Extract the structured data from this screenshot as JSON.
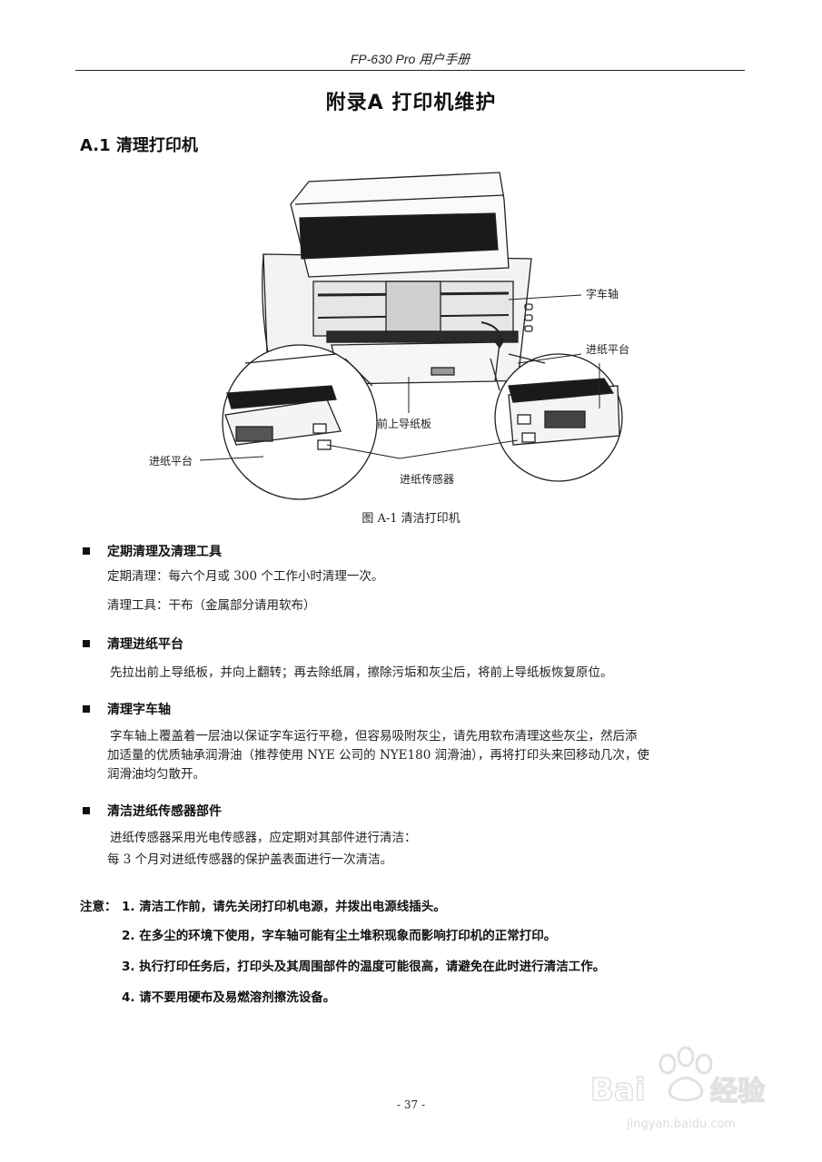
{
  "header": {
    "text": "FP-630 Pro 用户手册"
  },
  "chapter": {
    "title": "附录A   打印机维护"
  },
  "section": {
    "title": "A.1  清理打印机"
  },
  "figure": {
    "callouts": {
      "carriage_shaft": "字车轴",
      "feed_platform_right": "进纸平台",
      "front_guide": "前上导纸板",
      "feed_platform_left": "进纸平台",
      "feed_sensor": "进纸传感器"
    },
    "caption": "图  A-1  清洁打印机"
  },
  "bullets": [
    {
      "title": "定期清理及清理工具",
      "lines": [
        "定期清理：每六个月或 300 个工作小时清理一次。",
        "清理工具：干布（金属部分请用软布）"
      ]
    },
    {
      "title": "清理进纸平台",
      "lines": [
        "先拉出前上导纸板，并向上翻转；再去除纸屑，擦除污垢和灰尘后，将前上导纸板恢复原位。"
      ]
    },
    {
      "title": "清理字车轴",
      "lines": [
        "字车轴上覆盖着一层油以保证字车运行平稳，但容易吸附灰尘，请先用软布清理这些灰尘，然后添",
        "加适量的优质轴承润滑油（推荐使用 NYE 公司的 NYE180 润滑油），再将打印头来回移动几次，使",
        "润滑油均匀散开。"
      ]
    },
    {
      "title": "清洁进纸传感器部件",
      "lines": [
        "进纸传感器采用光电传感器，应定期对其部件进行清洁：",
        "每 3 个月对进纸传感器的保护盖表面进行一次清洁。"
      ]
    }
  ],
  "notes": {
    "label": "注意：",
    "items": [
      "1.  清洁工作前，请先关闭打印机电源，并拨出电源线插头。",
      "2.  在多尘的环境下使用，字车轴可能有尘土堆积现象而影响打印机的正常打印。",
      "3.  执行打印任务后，打印头及其周围部件的温度可能很高，请避免在此时进行清洁工作。",
      "4.  请不要用硬布及易燃溶剂擦洗设备。"
    ]
  },
  "footer": {
    "page": "- 37 -"
  },
  "watermark": {
    "url": "jingyan.baidu.com"
  }
}
